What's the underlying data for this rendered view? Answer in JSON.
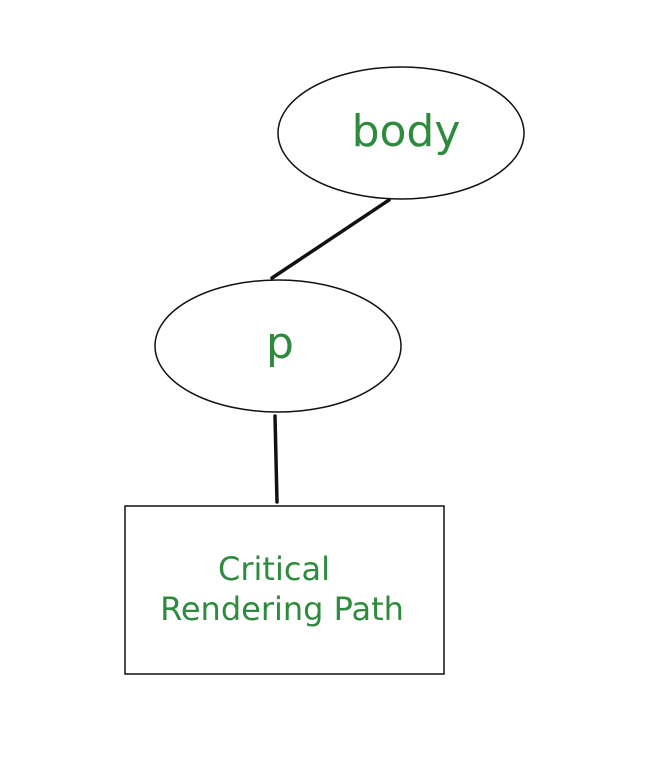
{
  "colors": {
    "text": "#2e8b3e",
    "stroke": "#111111",
    "background": "#ffffff"
  },
  "nodes": {
    "body": {
      "label": "body"
    },
    "p": {
      "label": "p"
    },
    "text": {
      "line1": "Critical",
      "line2": "Rendering Path"
    }
  }
}
